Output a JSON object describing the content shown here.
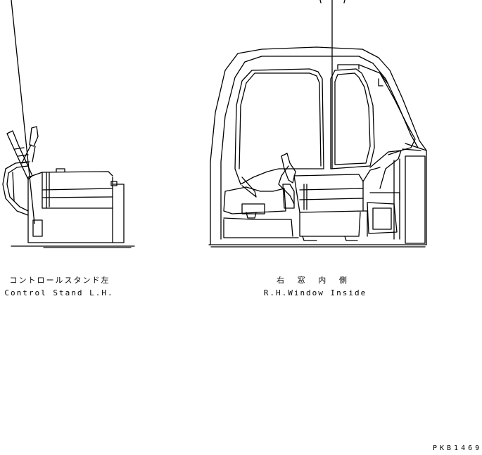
{
  "labels": {
    "left_jp": "コントロールスタンド左",
    "left_en": "Control Stand L.H.",
    "right_jp": "右 窓 内 側",
    "right_en": "R.H.Window Inside",
    "code": "PKB1469"
  }
}
